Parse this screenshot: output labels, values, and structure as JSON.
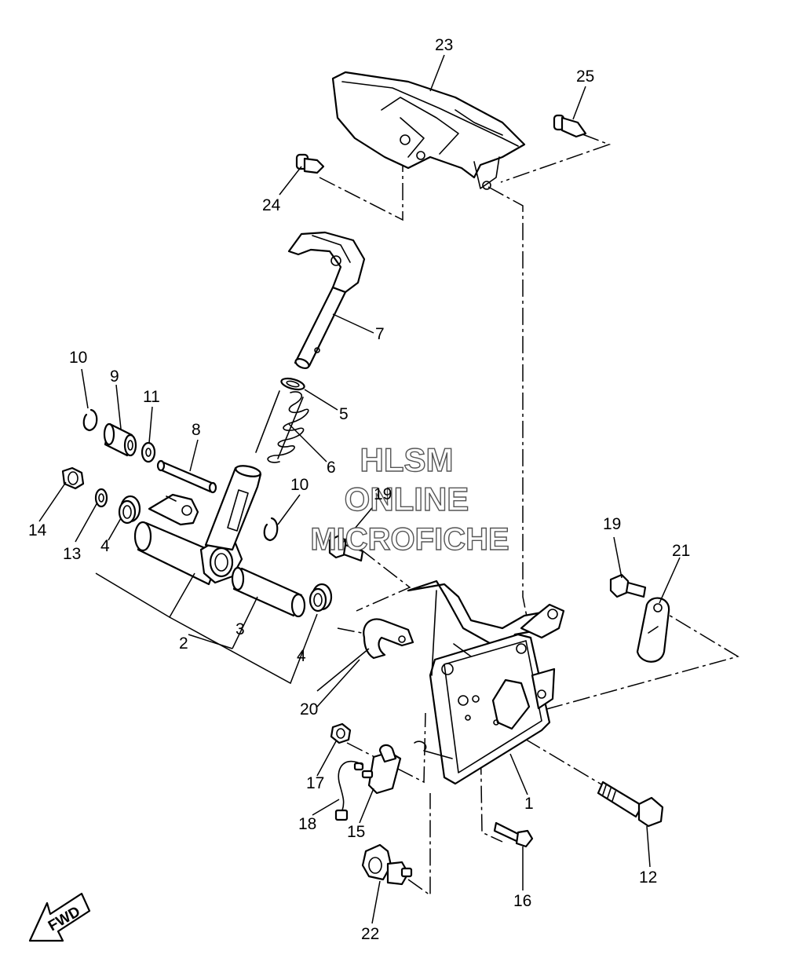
{
  "watermark": {
    "line1": "HLSM",
    "line2": "ONLINE",
    "line3": "MICROFICHE"
  },
  "fwd_label": "FWD",
  "callouts": {
    "c1": "1",
    "c2": "2",
    "c3": "3",
    "c4a": "4",
    "c4b": "4",
    "c5": "5",
    "c6": "6",
    "c7": "7",
    "c8": "8",
    "c9": "9",
    "c10a": "10",
    "c10b": "10",
    "c11": "11",
    "c12": "12",
    "c13": "13",
    "c14": "14",
    "c15": "15",
    "c16": "16",
    "c17": "17",
    "c18": "18",
    "c19a": "19",
    "c19b": "19",
    "c20": "20",
    "c21": "21",
    "c22": "22",
    "c23": "23",
    "c24": "24",
    "c25": "25"
  },
  "colors": {
    "line": "#000000",
    "background": "#ffffff",
    "watermark_outline": "#555555"
  }
}
